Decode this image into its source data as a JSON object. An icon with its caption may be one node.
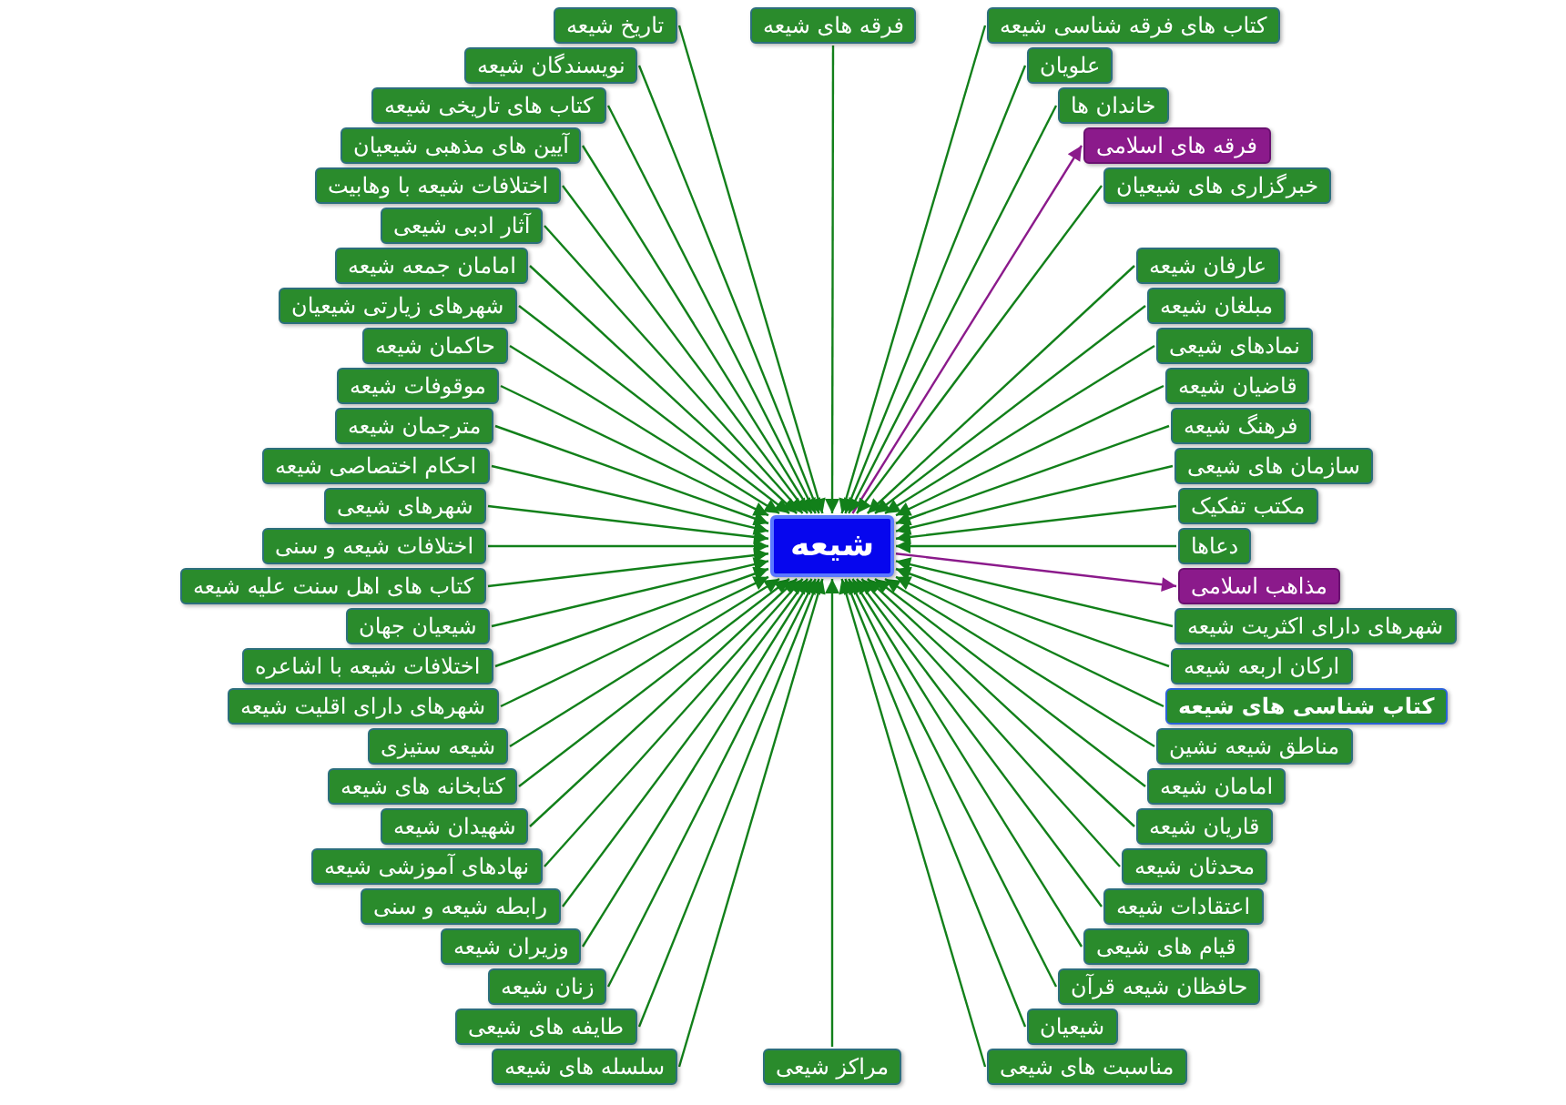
{
  "diagram": {
    "nodes": [
      {
        "text": [
          "شیعه"
        ]
      },
      {
        "text": [
          "کتاب های تاریخی شیعه"
        ]
      },
      {
        "text": [
          "فرقه های شیعه"
        ]
      },
      {
        "text": [
          "علویان"
        ]
      },
      {
        "text": [
          "فرقه های اسلامی"
        ]
      },
      {
        "text": [
          "اختلافات شیعه با وهابیت"
        ]
      },
      {
        "text": [
          "امامان جمعه شیعه"
        ]
      },
      {
        "text": [
          "آیین های مذهبی شیعیان"
        ]
      },
      {
        "text": [
          "تاریخ شیعه"
        ]
      },
      {
        "text": [
          "کتاب های فرقه شناسی شیعه"
        ]
      },
      {
        "text": [
          "عارفان شیعه"
        ]
      },
      {
        "text": [
          "آثار ادبی شیعی"
        ]
      },
      {
        "text": [
          "خبرگزاری های شیعیان"
        ]
      },
      {
        "text": [
          "قاضیان شیعه"
        ]
      },
      {
        "text": [
          "موقوفات شیعه"
        ]
      },
      {
        "text": [
          "نویسندگان شیعه"
        ]
      },
      {
        "text": [
          "خاندان ها"
        ]
      },
      {
        "text": [
          "نمادهای شیعی"
        ]
      },
      {
        "text": [
          "حاکمان شیعه"
        ]
      },
      {
        "text": [
          "شهرهای زیارتی شیعیان"
        ]
      },
      {
        "text": [
          "مبلغان شیعه"
        ]
      },
      {
        "text": [
          "مترجمان شیعه"
        ]
      },
      {
        "text": [
          "فرهنگ شیعه"
        ]
      },
      {
        "text": [
          "احکام اختصاصی شیعه"
        ]
      },
      {
        "text": [
          "مکتب تفکیک"
        ]
      },
      {
        "text": [
          "سازمان های شیعی"
        ]
      },
      {
        "text": [
          "شهرهای شیعی"
        ]
      },
      {
        "text": [
          "اختلافات شیعه و سنی"
        ]
      },
      {
        "text": [
          "دعاها"
        ]
      },
      {
        "text": [
          "مذاهب اسلامی"
        ]
      },
      {
        "text": [
          "کتاب های اهل سنت علیه شیعه"
        ]
      },
      {
        "text": [
          "اختلافات شیعه با اشاعره"
        ]
      },
      {
        "text": [
          "ارکان اربعه شیعه"
        ]
      },
      {
        "text": [
          "شیعیان جهان"
        ]
      },
      {
        "text": [
          "شهرهای دارای اکثریت شیعه"
        ]
      },
      {
        "text": [
          "شهرهای دارای اقلیت شیعه"
        ]
      },
      {
        "text": [
          "کتاب شناسی های شیعه"
        ]
      },
      {
        "text": [
          "محدثان شیعه"
        ]
      },
      {
        "text": [
          "شهیدان شیعه"
        ]
      },
      {
        "text": [
          "شیعه ستیزی"
        ]
      },
      {
        "text": [
          "زنان شیعه"
        ]
      },
      {
        "text": [
          "حافظان شیعه قرآن"
        ]
      },
      {
        "text": [
          "مناطق شیعه نشین"
        ]
      },
      {
        "text": [
          "کتابخانه های شیعه"
        ]
      },
      {
        "text": [
          "قاریان شیعه"
        ]
      },
      {
        "text": [
          "قیام های شیعی"
        ]
      },
      {
        "text": [
          "وزیران شیعه"
        ]
      },
      {
        "text": [
          "امامان شیعه"
        ]
      },
      {
        "text": [
          "نهادهای آموزشی شیعه"
        ]
      },
      {
        "text": [
          "سلسله های شیعه"
        ]
      },
      {
        "text": [
          "مناسبت های شیعی"
        ]
      },
      {
        "text": [
          "اعتقادات شیعه"
        ]
      },
      {
        "text": [
          "رابطه شیعه و سنی"
        ]
      },
      {
        "text": [
          "طایفه های شیعی"
        ]
      },
      {
        "text": [
          "مراکز شیعی"
        ]
      },
      {
        "text": [
          "شیعیان"
        ]
      }
    ],
    "edges": [
      {
        "from": 1,
        "to": 0,
        "arrow": "to"
      },
      {
        "from": 2,
        "to": 0,
        "arrow": "to"
      },
      {
        "from": 3,
        "to": 0,
        "arrow": "to"
      },
      {
        "from": 0,
        "to": 4,
        "arrow": "to",
        "color": "#8b1a8b"
      },
      {
        "from": 5,
        "to": 0,
        "arrow": "to"
      },
      {
        "from": 6,
        "to": 0,
        "arrow": "to"
      },
      {
        "from": 7,
        "to": 0,
        "arrow": "to"
      },
      {
        "from": 8,
        "to": 0,
        "arrow": "to"
      },
      {
        "from": 9,
        "to": 0,
        "arrow": "to"
      },
      {
        "from": 10,
        "to": 0,
        "arrow": "to"
      },
      {
        "from": 11,
        "to": 0,
        "arrow": "to"
      },
      {
        "from": 12,
        "to": 0,
        "arrow": "to"
      },
      {
        "from": 13,
        "to": 0,
        "arrow": "to"
      },
      {
        "from": 14,
        "to": 0,
        "arrow": "to"
      },
      {
        "from": 15,
        "to": 0,
        "arrow": "to"
      },
      {
        "from": 16,
        "to": 0,
        "arrow": "to"
      },
      {
        "from": 17,
        "to": 0,
        "arrow": "to"
      },
      {
        "from": 18,
        "to": 0,
        "arrow": "to"
      },
      {
        "from": 19,
        "to": 0,
        "arrow": "to"
      },
      {
        "from": 20,
        "to": 0,
        "arrow": "to"
      },
      {
        "from": 21,
        "to": 0,
        "arrow": "to"
      },
      {
        "from": 22,
        "to": 0,
        "arrow": "to"
      },
      {
        "from": 23,
        "to": 0,
        "arrow": "to"
      },
      {
        "from": 24,
        "to": 0,
        "arrow": "to"
      },
      {
        "from": 25,
        "to": 0,
        "arrow": "to"
      },
      {
        "from": 26,
        "to": 0,
        "arrow": "to"
      },
      {
        "from": 27,
        "to": 0,
        "arrow": "to"
      },
      {
        "from": 28,
        "to": 0,
        "arrow": "to"
      },
      {
        "from": 0,
        "to": 29,
        "arrow": "to",
        "color": "#8b1a8b"
      },
      {
        "from": 30,
        "to": 0,
        "arrow": "to"
      },
      {
        "from": 31,
        "to": 0,
        "arrow": "to"
      },
      {
        "from": 32,
        "to": 0,
        "arrow": "to"
      },
      {
        "from": 33,
        "to": 0,
        "arrow": "to"
      },
      {
        "from": 34,
        "to": 0,
        "arrow": "to"
      },
      {
        "from": 35,
        "to": 0,
        "arrow": "to"
      },
      {
        "from": 36,
        "to": 0,
        "arrow": "to"
      },
      {
        "from": 37,
        "to": 0,
        "arrow": "to"
      },
      {
        "from": 38,
        "to": 0,
        "arrow": "to"
      },
      {
        "from": 39,
        "to": 0,
        "arrow": "to"
      },
      {
        "from": 40,
        "to": 0,
        "arrow": "to"
      },
      {
        "from": 41,
        "to": 0,
        "arrow": "to"
      },
      {
        "from": 42,
        "to": 0,
        "arrow": "to"
      },
      {
        "from": 43,
        "to": 0,
        "arrow": "to"
      },
      {
        "from": 44,
        "to": 0,
        "arrow": "to"
      },
      {
        "from": 45,
        "to": 0,
        "arrow": "to"
      },
      {
        "from": 46,
        "to": 0,
        "arrow": "to"
      },
      {
        "from": 47,
        "to": 0,
        "arrow": "to"
      },
      {
        "from": 48,
        "to": 0,
        "arrow": "to"
      },
      {
        "from": 49,
        "to": 0,
        "arrow": "to"
      },
      {
        "from": 50,
        "to": 0,
        "arrow": "to"
      },
      {
        "from": 51,
        "to": 0,
        "arrow": "to"
      },
      {
        "from": 52,
        "to": 0,
        "arrow": "to"
      },
      {
        "from": 53,
        "to": 0,
        "arrow": "to"
      },
      {
        "from": 54,
        "to": 0,
        "arrow": "to"
      },
      {
        "from": 55,
        "to": 0,
        "arrow": "to"
      }
    ]
  }
}
